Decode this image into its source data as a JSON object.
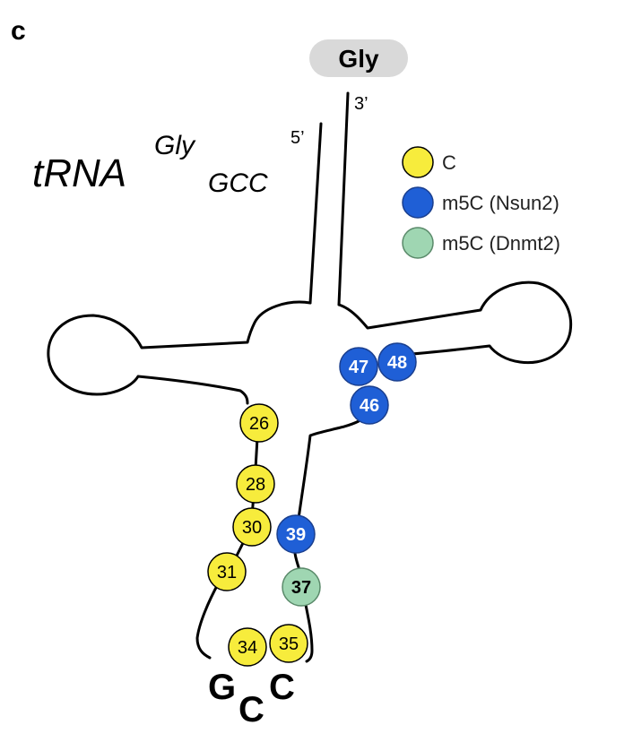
{
  "panel_label": "c",
  "amino_acid_badge": "Gly",
  "ends": {
    "three_prime": "3’",
    "five_prime": "5’"
  },
  "title": {
    "main": "tRNA",
    "superscript": "Gly",
    "subscript": "GCC"
  },
  "legend": [
    {
      "key": "C",
      "label": "C",
      "color": "#f7ec3c",
      "stroke": "#000000"
    },
    {
      "key": "m5C-Nsun2",
      "label": "m5C (Nsun2)",
      "color": "#1f5fd6",
      "stroke": "#1a3f8f"
    },
    {
      "key": "m5C-Dnmt2",
      "label": "m5C (Dnmt2)",
      "color": "#9fd6b2",
      "stroke": "#5a8a6a"
    }
  ],
  "nodes": [
    {
      "label": "26",
      "type": "C"
    },
    {
      "label": "28",
      "type": "C"
    },
    {
      "label": "30",
      "type": "C"
    },
    {
      "label": "31",
      "type": "C"
    },
    {
      "label": "34",
      "type": "C"
    },
    {
      "label": "35",
      "type": "C"
    },
    {
      "label": "37",
      "type": "m5C-Dnmt2"
    },
    {
      "label": "39",
      "type": "m5C-Nsun2"
    },
    {
      "label": "46",
      "type": "m5C-Nsun2"
    },
    {
      "label": "47",
      "type": "m5C-Nsun2"
    },
    {
      "label": "48",
      "type": "m5C-Nsun2"
    }
  ],
  "anticodon": [
    "G",
    "C",
    "C"
  ]
}
